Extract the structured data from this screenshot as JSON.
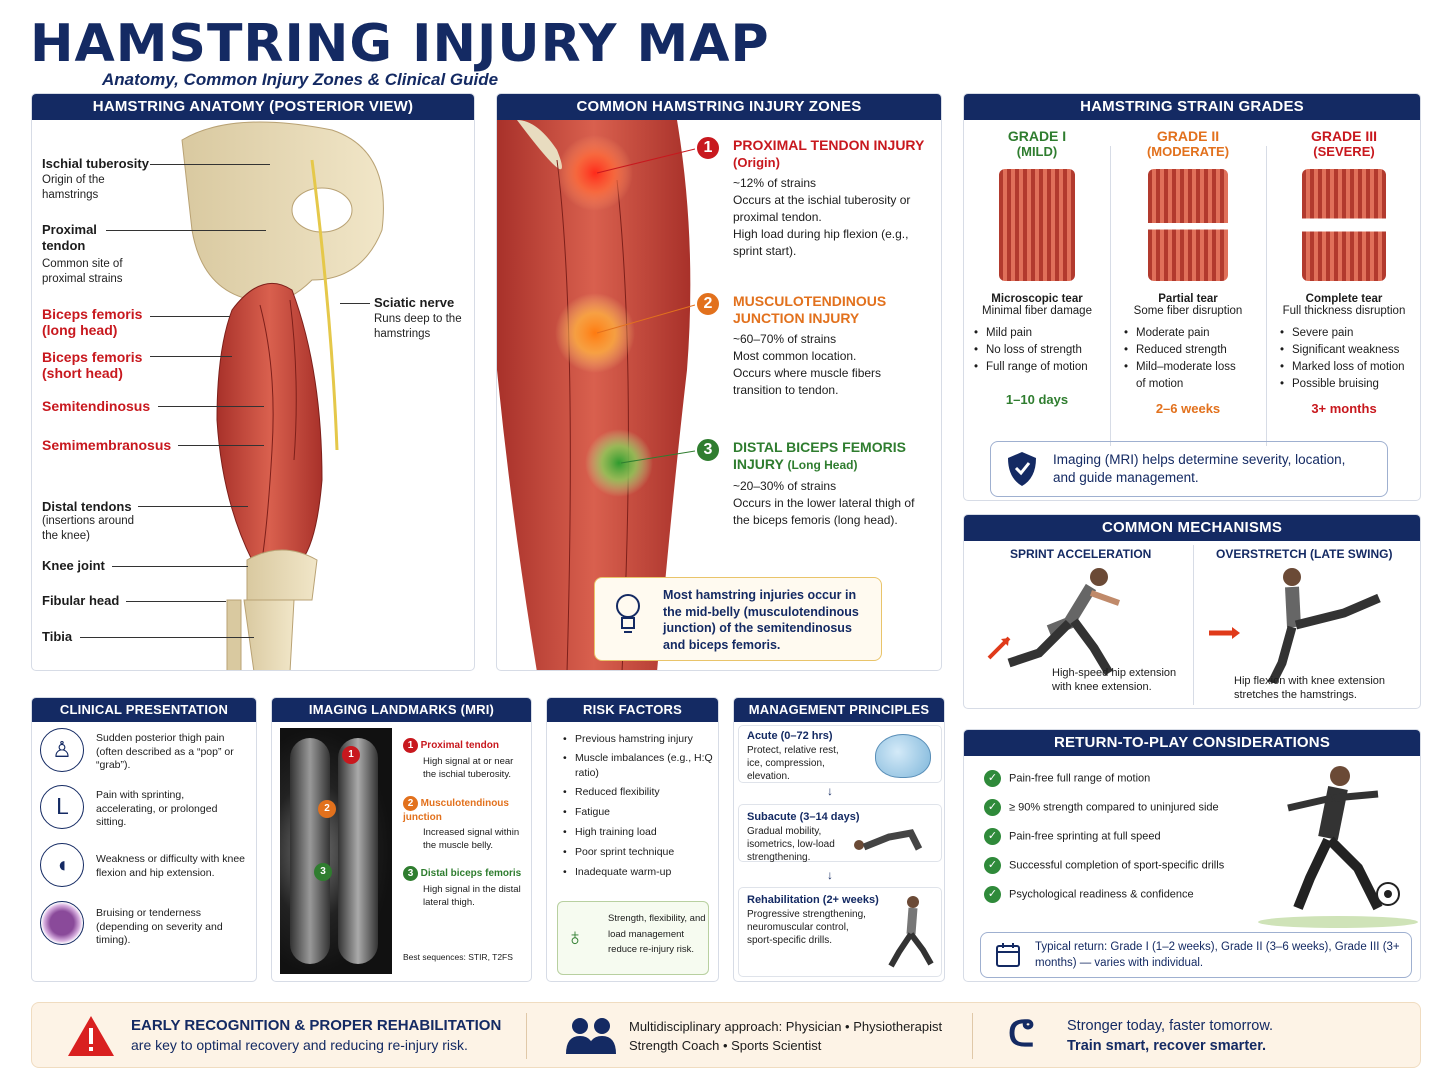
{
  "header": {
    "title": "HAMSTRING INJURY MAP",
    "subtitle": "Anatomy, Common Injury Zones & Clinical Guide"
  },
  "anatomy": {
    "title": "HAMSTRING ANATOMY (POSTERIOR VIEW)",
    "ischial": "Ischial tuberosity",
    "ischial_sub": "Origin of the hamstrings",
    "proximal": "Proximal tendon",
    "proximal_sub": "Common site of proximal strains",
    "bf_long": "Biceps femoris (long head)",
    "bf_short": "Biceps femoris (short head)",
    "semiten": "Semitendinosus",
    "semimem": "Semimembranosus",
    "distal": "Distal tendons",
    "distal_sub": "(insertions around the knee)",
    "knee": "Knee joint",
    "fibular": "Fibular head",
    "tibia": "Tibia",
    "sciatic": "Sciatic nerve",
    "sciatic_sub": "Runs deep to the hamstrings"
  },
  "zones": {
    "title": "COMMON HAMSTRING INJURY ZONES",
    "z1_title": "PROXIMAL TENDON INJURY",
    "z1_sub": "(Origin)",
    "z1_pct": "~12% of strains",
    "z1_l1": "Occurs at the ischial tuberosity or proximal tendon.",
    "z1_l2": "High load during hip flexion (e.g., sprint start).",
    "z2_title": "MUSCULOTENDINOUS JUNCTION INJURY",
    "z2_pct": "~60–70% of strains",
    "z2_l1": "Most common location.",
    "z2_l2": "Occurs where muscle fibers transition to tendon.",
    "z3_title": "DISTAL BICEPS FEMORIS INJURY",
    "z3_sub": "(Long Head)",
    "z3_pct": "~20–30% of strains",
    "z3_l1": "Occurs in the lower lateral thigh of the biceps femoris (long head).",
    "n1": "1",
    "n2": "2",
    "n3": "3",
    "tip": "Most hamstring injuries occur in the mid-belly (musculotendinous junction) of the semitendinosus and biceps femoris."
  },
  "grades": {
    "title": "HAMSTRING STRAIN GRADES",
    "g1": {
      "name": "GRADE I",
      "sev": "(MILD)",
      "kind": "Microscopic tear",
      "desc": "Minimal fiber damage",
      "items": [
        "Mild pain",
        "No loss of strength",
        "Full range of motion"
      ],
      "time": "1–10 days"
    },
    "g2": {
      "name": "GRADE II",
      "sev": "(MODERATE)",
      "kind": "Partial tear",
      "desc": "Some fiber disruption",
      "items": [
        "Moderate pain",
        "Reduced strength",
        "Mild–moderate loss of motion"
      ],
      "time": "2–6 weeks"
    },
    "g3": {
      "name": "GRADE III",
      "sev": "(SEVERE)",
      "kind": "Complete tear",
      "desc": "Full thickness disruption",
      "items": [
        "Severe pain",
        "Significant weakness",
        "Marked loss of motion",
        "Possible bruising"
      ],
      "time": "3+ months"
    },
    "note": "Imaging (MRI) helps determine severity, location, and guide management."
  },
  "mech": {
    "title": "COMMON MECHANISMS",
    "a_title": "SPRINT ACCELERATION",
    "a_desc": "High-speed hip extension with knee extension.",
    "b_title": "OVERSTRETCH (LATE SWING)",
    "b_desc": "Hip flexion with knee extension stretches the hamstrings."
  },
  "clinical": {
    "title": "CLINICAL PRESENTATION",
    "items": [
      "Sudden posterior thigh pain (often described as a “pop” or “grab”).",
      "Pain with sprinting, accelerating, or prolonged sitting.",
      "Weakness or difficulty with knee flexion and hip extension.",
      "Bruising or tenderness (depending on severity and timing)."
    ]
  },
  "imaging": {
    "title": "IMAGING LANDMARKS (MRI)",
    "i1_t": "Proximal tendon",
    "i1_d": "High signal at or near the ischial tuberosity.",
    "i2_t": "Musculotendinous junction",
    "i2_d": "Increased signal within the muscle belly.",
    "i3_t": "Distal biceps femoris",
    "i3_d": "High signal in the distal lateral thigh.",
    "seq": "Best sequences: STIR, T2FS"
  },
  "risk": {
    "title": "RISK FACTORS",
    "items": [
      "Previous hamstring injury",
      "Muscle imbalances (e.g., H:Q ratio)",
      "Reduced flexibility",
      "Fatigue",
      "High training load",
      "Poor sprint technique",
      "Inadequate warm-up"
    ],
    "note": "Strength, flexibility, and load management reduce re-injury risk."
  },
  "mgmt": {
    "title": "MANAGEMENT PRINCIPLES",
    "a_t": "Acute (0–72 hrs)",
    "a_d": "Protect, relative rest, ice, compression, elevation.",
    "s_t": "Subacute (3–14 days)",
    "s_d": "Gradual mobility, isometrics, low-load strengthening.",
    "r_t": "Rehabilitation (2+ weeks)",
    "r_d": "Progressive strengthening, neuromuscular control, sport-specific drills."
  },
  "rtp": {
    "title": "RETURN-TO-PLAY CONSIDERATIONS",
    "items": [
      "Pain-free full range of motion",
      "≥ 90% strength compared to uninjured side",
      "Pain-free sprinting at full speed",
      "Successful completion of sport-specific drills",
      "Psychological readiness & confidence"
    ],
    "note": "Typical return: Grade I (1–2 weeks), Grade II (3–6 weeks), Grade III (3+ months) — varies with individual."
  },
  "footer": {
    "a_t": "EARLY RECOGNITION & PROPER REHABILITATION",
    "a_d": "are key to optimal recovery and reducing re-injury risk.",
    "b_1": "Multidisciplinary approach: Physician • Physiotherapist",
    "b_2": "Strength Coach • Sports Scientist",
    "c_1": "Stronger today, faster tomorrow.",
    "c_2": "Train smart, recover smarter."
  }
}
